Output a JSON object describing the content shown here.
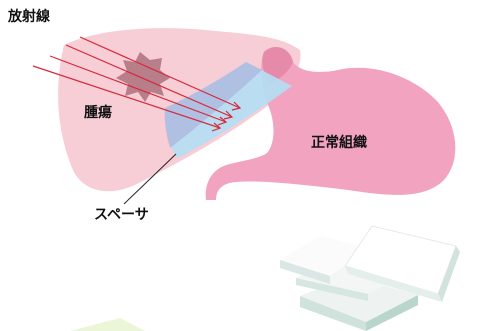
{
  "labels": {
    "radiation": "放射線",
    "tumor": "腫瘍",
    "normal_tissue": "正常組織",
    "spacer": "スペーサ"
  },
  "colors": {
    "liver": "#f7cdd6",
    "stomach": "#f2a3c0",
    "spacer": "#b3dff4",
    "tumor": "#b87f8a",
    "radiation": "#d62839",
    "callout": "#222222"
  }
}
